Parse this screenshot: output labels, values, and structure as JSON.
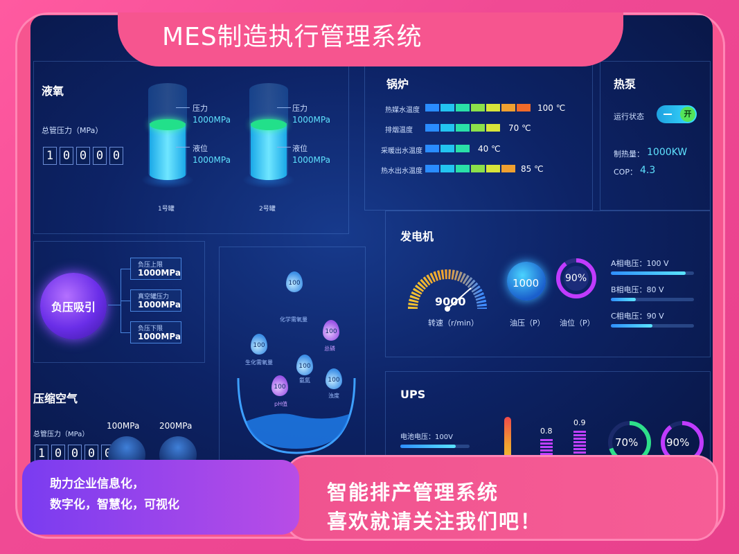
{
  "title": "MES制造执行管理系统",
  "liquid_oxygen": {
    "title": "液氧",
    "pressure_label": "总管压力（MPa）",
    "pressure_digits": [
      "1",
      "0",
      "0",
      "0",
      "0"
    ],
    "tanks": [
      {
        "name": "1号罐",
        "pressure_label": "压力",
        "pressure_value": "1000MPa",
        "level_label": "液位",
        "level_value": "1000MPa"
      },
      {
        "name": "2号罐",
        "pressure_label": "压力",
        "pressure_value": "1000MPa",
        "level_label": "液位",
        "level_value": "1000MPa"
      }
    ]
  },
  "boiler": {
    "title": "锅炉",
    "rows": [
      {
        "label": "热媒水温度",
        "value": "100 ℃"
      },
      {
        "label": "排烟温度",
        "value": "70 ℃"
      },
      {
        "label": "采暖出水温度",
        "value": "40 ℃"
      },
      {
        "label": "热水出水温度",
        "value": "85 ℃"
      }
    ]
  },
  "heat_pump": {
    "title": "热泵",
    "status_label": "运行状态",
    "toggle_label": "开",
    "heat_label": "制热量：",
    "heat_value": "1000KW",
    "cop_label": "COP：",
    "cop_value": "4.3"
  },
  "negative_pressure": {
    "title": "负压吸引",
    "items": [
      {
        "label": "负压上限",
        "value": "1000MPa"
      },
      {
        "label": "真空罐压力",
        "value": "1000MPa"
      },
      {
        "label": "负压下限",
        "value": "1000MPa"
      }
    ]
  },
  "water": {
    "drops": [
      {
        "value": "100",
        "label": "化学需氧量"
      },
      {
        "value": "100",
        "label": "总磷"
      },
      {
        "value": "100",
        "label": "生化需氧量"
      },
      {
        "value": "100",
        "label": "氨氮"
      },
      {
        "value": "100",
        "label": "浊度"
      },
      {
        "value": "100",
        "label": "pH值"
      }
    ]
  },
  "generator": {
    "title": "发电机",
    "speed_value": "9000",
    "speed_label": "转速（r/min）",
    "oil_pressure_value": "1000",
    "oil_pressure_label": "油压（P）",
    "oil_level_value": "90%",
    "oil_level_label": "油位（P）",
    "phases": [
      {
        "label": "A相电压：100 V",
        "level": 0.9
      },
      {
        "label": "B相电压：80 V",
        "level": 0.3
      },
      {
        "label": "C相电压：90 V",
        "level": 0.5
      }
    ]
  },
  "compressed_air": {
    "title": "压缩空气",
    "pressure_label": "总管压力（MPa）",
    "pressure_digits": [
      "1",
      "0",
      "0",
      "0",
      "0"
    ],
    "gauge1": "100MPa",
    "gauge2": "200MPa"
  },
  "ups": {
    "title": "UPS",
    "battery_label": "电池电压：100V",
    "bar1_value": "0.8",
    "bar2_value": "0.9",
    "ring1": "70%",
    "ring2": "90%"
  },
  "banner": {
    "left_line1": "助力企业信息化，",
    "left_line2": "数字化，智慧化，可视化",
    "right_line1": "智能排产管理系统",
    "right_line2": "喜欢就请关注我们吧！"
  },
  "colors": {
    "accent_pink": "#f6558f",
    "screen_bg": "#0d2366",
    "cyan": "#5fe3ff",
    "green": "#22e08a",
    "purple": "#8d4dff"
  }
}
